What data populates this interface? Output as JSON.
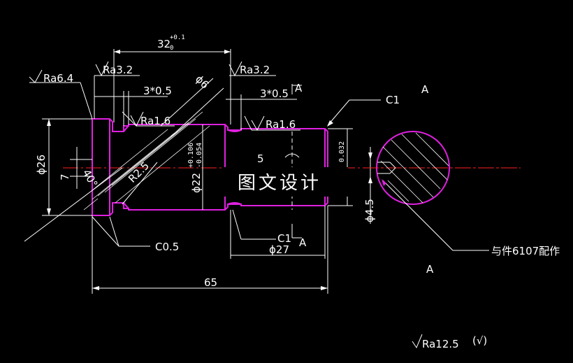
{
  "title": "Drawing",
  "dims": {
    "top_len_base": "32",
    "top_len_sub": "0",
    "top_len_sup": "+0.1",
    "groove_left": "3*0.5",
    "groove_right": "3*0.5",
    "phi6": "ϕ6",
    "phi26": "ϕ26",
    "seven": "7",
    "forty": "40°",
    "r25": "R2.5",
    "phi22": "ϕ22",
    "phi22_up": "+0.106",
    "phi22_dn": "-0.054",
    "tol_right": "0.032",
    "phi27": "ϕ27",
    "phi45": "ϕ4.5",
    "len65": "65",
    "c1_top": "C1",
    "c1_bot": "C1",
    "c05": "C0.5",
    "partial_5": "5"
  },
  "roughness": {
    "ra64": "Ra6.4",
    "ra32_left": "Ra3.2",
    "ra32_right": "Ra3.2",
    "ra16_left": "Ra1.6",
    "ra16_right": "Ra1.6",
    "ra125": "Ra12.5",
    "general_mark": "(√)"
  },
  "section": {
    "label_a1": "A",
    "label_a2": "A",
    "label_a3": "A",
    "label_a4": "A"
  },
  "note_mate": "与件6107配作",
  "watermark": "图文设计"
}
